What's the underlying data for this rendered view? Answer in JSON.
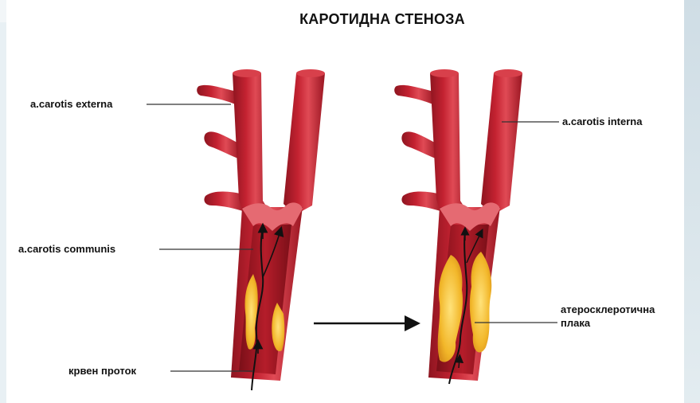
{
  "title": "КАРОТИДНА СТЕНОЗА",
  "labels": {
    "external": "a.carotis externa",
    "internal": "a.carotis interna",
    "communis": "a.carotis communis",
    "plaque_line1": "атеросклеротична",
    "plaque_line2": "плака",
    "blood_flow": "крвен проток"
  },
  "colors": {
    "artery": "#c42231",
    "artery_dark": "#8e1520",
    "artery_light": "#e0505a",
    "plaque": "#f2b72a",
    "plaque_light": "#ffe27a"
  }
}
